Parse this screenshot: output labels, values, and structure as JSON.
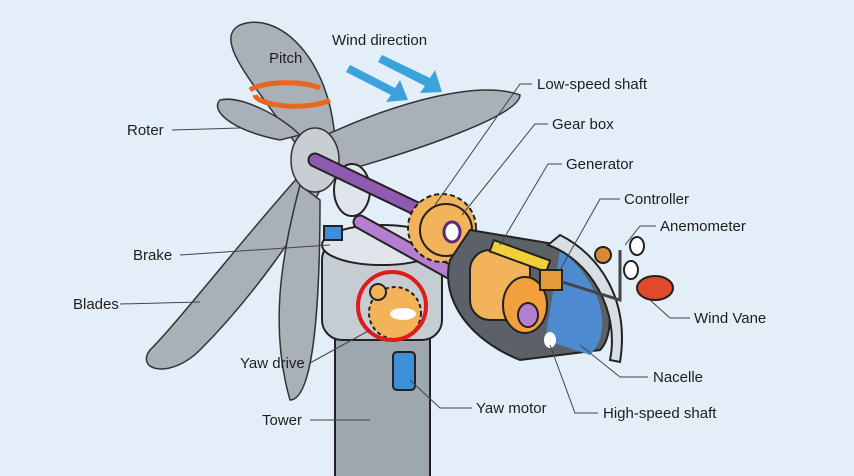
{
  "labels": {
    "wind_direction": "Wind direction",
    "pitch": "Pitch",
    "low_speed_shaft": "Low-speed shaft",
    "gear_box": "Gear box",
    "generator": "Generator",
    "controller": "Controller",
    "anemometer": "Anemometer",
    "roter": "Roter",
    "brake": "Brake",
    "blades": "Blades",
    "wind_vane": "Wind Vane",
    "yaw_drive": "Yaw drive",
    "nacelle": "Nacelle",
    "tower": "Tower",
    "yaw_motor": "Yaw motor",
    "high_speed_shaft": "High-speed shaft"
  },
  "colors": {
    "background": "#e4eef8",
    "blade": "#a9b0b7",
    "shaft": "#8e5bb0",
    "gear": "#f2b35a",
    "highlight": "#e01b1b",
    "wind_arrow": "#3ba3dc",
    "pitch_arrow": "#e8661e"
  }
}
